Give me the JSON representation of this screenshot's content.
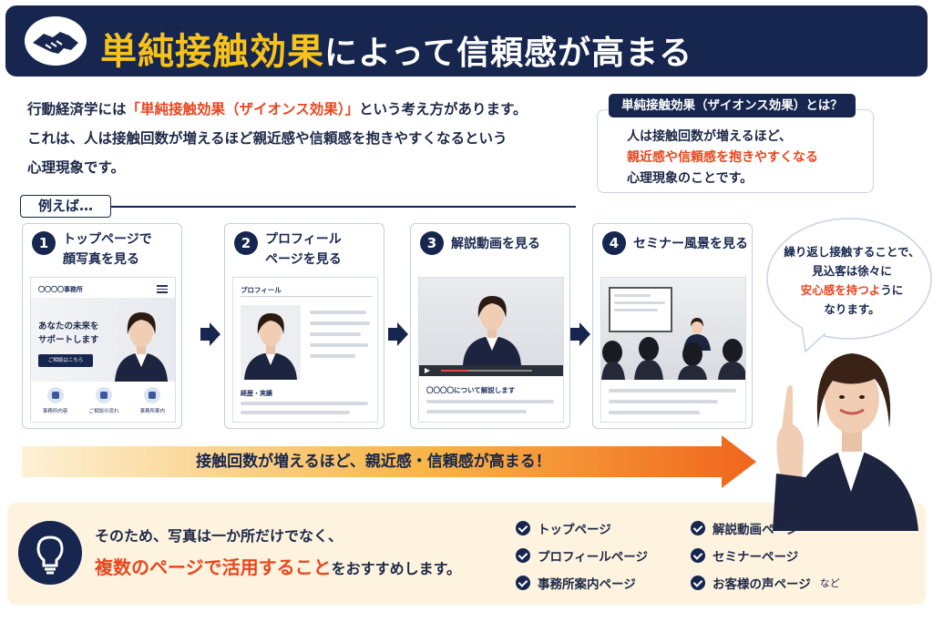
{
  "header": {
    "title_accent": "単純接触効果",
    "title_rest": "によって信頼感が高まる",
    "icon": "handshake-icon"
  },
  "intro": {
    "line1_pre": "行動経済学には",
    "line1_term": "「単純接触効果（ザイオンス効果）」",
    "line1_post": "という考え方があります。",
    "line2": "これは、人は接触回数が増えるほど親近感や信頼感を抱きやすくなるという",
    "line3": "心理現象です。"
  },
  "definition": {
    "title": "単純接触効果（ザイオンス効果）とは？",
    "line1": "人は接触回数が増えるほど、",
    "line2_red": "親近感や信頼感を抱きやすくなる",
    "line3": "心理現象のことです。"
  },
  "examples_label": "例えば…",
  "steps": [
    {
      "number": "1",
      "title_line1": "トップページで",
      "title_line2": "顔写真を見る",
      "mock": {
        "logo": "〇〇〇〇事務所",
        "headline1": "あなたの未来を",
        "headline2": "サポートします",
        "button": "ご相談はこちら",
        "icons": [
          "事務所内容",
          "ご相談の流れ",
          "事務所案内"
        ]
      }
    },
    {
      "number": "2",
      "title_line1": "プロフィール",
      "title_line2": "ページを見る",
      "mock": {
        "title": "プロフィール",
        "subtitle": "経歴・実績"
      }
    },
    {
      "number": "3",
      "title_line1": "解説動画を見る",
      "title_line2": "",
      "mock": {
        "caption": "〇〇〇〇について解説します"
      }
    },
    {
      "number": "4",
      "title_line1": "セミナー風景を見る",
      "title_line2": "",
      "mock": {}
    }
  ],
  "progress_arrow_text": "接触回数が増えるほど、親近感・信頼感が高まる！",
  "bubble": {
    "line1": "繰り返し接触することで、",
    "line2": "見込客は徐々に",
    "line3_red": "安心感を持つよ",
    "line3_post": "うに",
    "line4": "なります。"
  },
  "bottom": {
    "line1": "そのため、写真は一か所だけでなく、",
    "line2_big": "複数のページで活用すること",
    "line2_post": "をおすすめします。",
    "icon": "lightbulb-icon",
    "checklist": [
      "トップページ",
      "プロフィールページ",
      "事務所案内ページ",
      "解説動画ページ",
      "セミナーページ",
      "お客様の声ページ"
    ],
    "checklist_suffix": "など"
  },
  "colors": {
    "navy": "#16264e",
    "accent_yellow": "#f7c21b",
    "accent_red": "#e8461e",
    "cream": "#fdf3df"
  }
}
